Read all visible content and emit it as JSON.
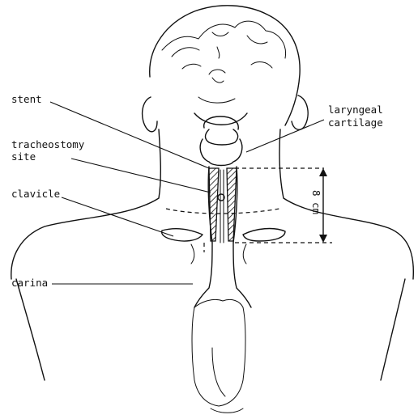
{
  "labels": {
    "stent": "stent",
    "tracheostomy_line1": "tracheostomy",
    "tracheostomy_line2": "site",
    "clavicle": "clavicle",
    "carina": "carina",
    "laryngeal_line1": "laryngeal",
    "laryngeal_line2": "cartilage",
    "measurement": "8 cm"
  }
}
